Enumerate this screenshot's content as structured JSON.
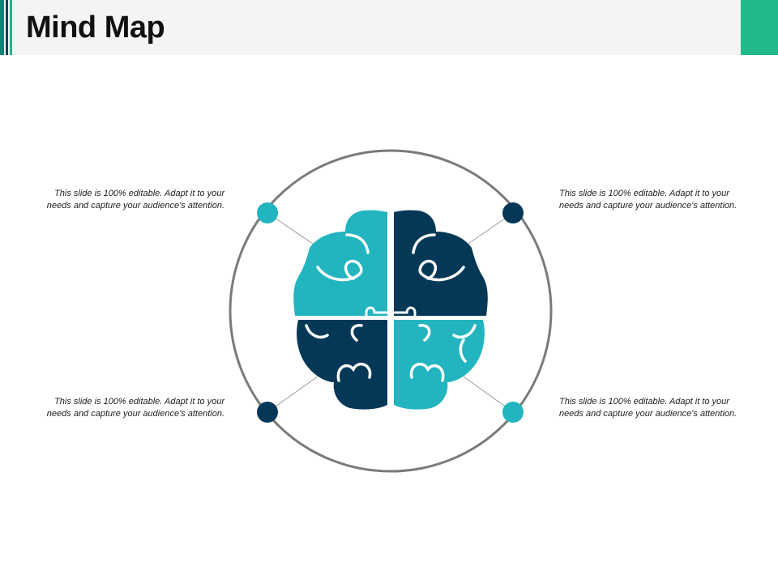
{
  "header": {
    "title": "Mind Map"
  },
  "colors": {
    "teal": "#22b5bf",
    "navy": "#053857",
    "ring": "#7a7a7a",
    "accent": "#20b98a"
  },
  "captions": {
    "top_left": "This slide is 100% editable. Adapt it to your needs and capture your audience's attention.",
    "top_right": "This slide is 100% editable. Adapt it to your needs and capture your audience's attention.",
    "bottom_left": "This slide is 100% editable. Adapt it to your needs and capture your audience's attention.",
    "bottom_right": "This slide is 100% editable. Adapt it to your needs and capture your audience's attention."
  },
  "icons": {
    "center": "brain-icon"
  }
}
